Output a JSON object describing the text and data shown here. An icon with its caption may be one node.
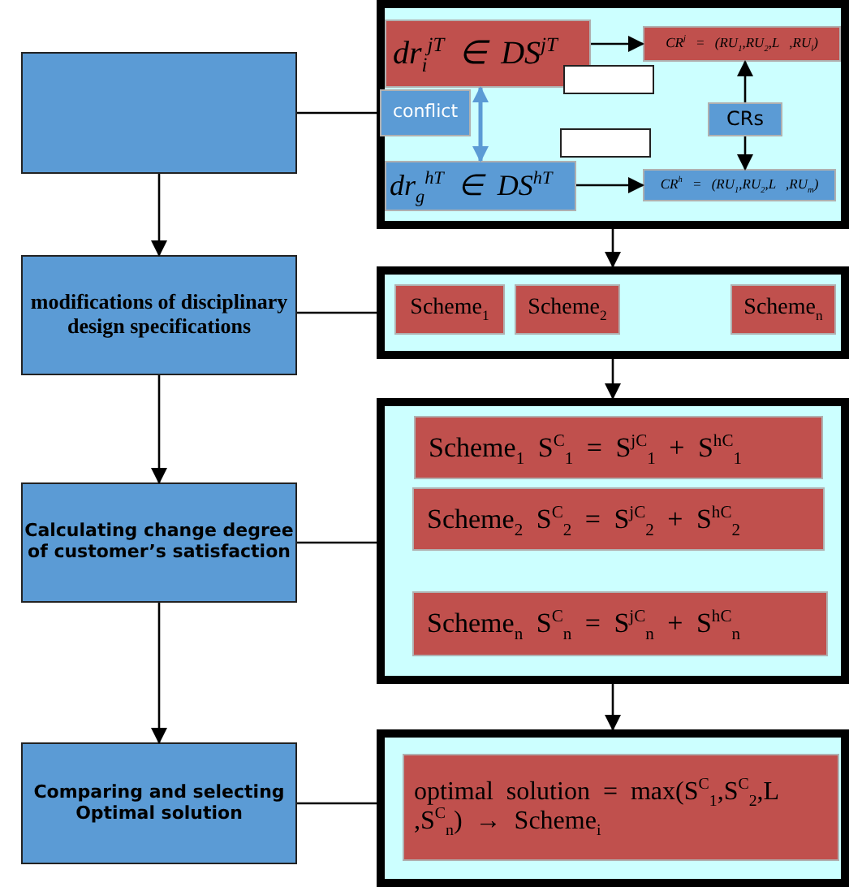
{
  "diagram": {
    "nodes": [
      {
        "text": [],
        "shape": "box"
      },
      {
        "text": [
          "modifications of disciplinary design specifications"
        ]
      },
      {
        "text": [
          "Calculating change degree of customer’s satisfaction"
        ]
      },
      {
        "text": [
          "Comparing and selecting Optimal solution"
        ]
      },
      {
        "text": [],
        "shape": "box"
      },
      {
        "text": [
          "dr$_{i}$$^{jT}$ ∈ DS$^{jT}$"
        ],
        "in": 4
      },
      {
        "text": [],
        "shape": "box",
        "in": 4
      },
      {
        "text": [
          "conflict"
        ],
        "in": 4
      },
      {
        "text": [],
        "shape": "box",
        "in": 4
      },
      {
        "text": [
          "dr$_{g}$$^{hT}$ ∈ DS$^{hT}$"
        ],
        "in": 4
      },
      {
        "text": [
          "CR$^{j}$ = (RU$_{1}$,RU$_{2}$,L ,RU$_{l}$)"
        ],
        "in": 4
      },
      {
        "text": [
          "CRs"
        ],
        "in": 4
      },
      {
        "text": [
          "CR$^{h}$ = (RU$_{1}$,RU$_{2}$,L ,RU$_{m}$)"
        ],
        "in": 4
      },
      {
        "text": [],
        "shape": "box"
      },
      {
        "text": [
          "Scheme$_{1}$"
        ],
        "in": 13
      },
      {
        "text": [
          "Scheme$_{2}$"
        ],
        "in": 13
      },
      {
        "text": [
          "Scheme$_{n}$"
        ],
        "in": 13
      },
      {
        "text": [],
        "shape": "box"
      },
      {
        "text": [
          "Scheme$_{1}$ S$^{C}$$_{1}$ = S$^{jC}$$_{1}$ + S$^{hC}$$_{1}$"
        ],
        "in": 17
      },
      {
        "text": [
          "Scheme$_{2}$ S$^{C}$$_{2}$ = S$^{jC}$$_{2}$ + S$^{hC}$$_{2}$"
        ],
        "in": 17
      },
      {
        "text": [
          "Scheme$_{n}$ S$^{C}$$_{n}$ = S$^{jC}$$_{n}$ + S$^{hC}$$_{n}$"
        ],
        "in": 17
      },
      {
        "text": [],
        "shape": "box"
      },
      {
        "text": [
          "optimal solution = max(S$^{C}$$_{1}$,S$^{C}$$_{2}$,L ,S$^{C}$$_{n}$) → Scheme$_{i}$"
        ],
        "in": 21
      }
    ],
    "edges": [
      {
        "from": 0,
        "to": 1,
        "arrow": "to"
      },
      {
        "from": 1,
        "to": 2,
        "arrow": "to"
      },
      {
        "from": 2,
        "to": 3,
        "arrow": "to"
      },
      {
        "from": 0,
        "to": 7,
        "arrow": "none"
      },
      {
        "from": 1,
        "to": 13,
        "arrow": "none"
      },
      {
        "from": 2,
        "to": 17,
        "arrow": "none"
      },
      {
        "from": 3,
        "to": 21,
        "arrow": "none"
      },
      {
        "from": 5,
        "to": 10,
        "arrow": "to"
      },
      {
        "from": 5,
        "to": 9,
        "arrow": "both",
        "color": "#5b9bd5"
      },
      {
        "from": 9,
        "to": 12,
        "arrow": "to"
      },
      {
        "from": 11,
        "to": 10,
        "arrow": "to"
      },
      {
        "from": 11,
        "to": 12,
        "arrow": "to"
      },
      {
        "from": 4,
        "to": 13,
        "arrow": "to"
      },
      {
        "from": 13,
        "to": 17,
        "arrow": "to"
      },
      {
        "from": 17,
        "to": 21,
        "arrow": "to"
      }
    ]
  }
}
